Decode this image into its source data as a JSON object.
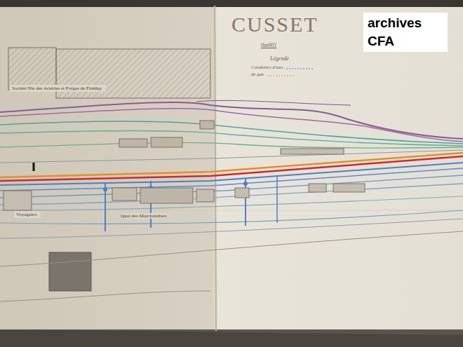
{
  "diagram": {
    "title": "CUSSET",
    "nodes": [
      {
        "text": [
          "Société Nle des Aciéries et Forges de Firminy"
        ]
      },
      {
        "text": [
          "Voyageurs"
        ]
      }
    ],
    "labels": [
      "0m001",
      "Légende",
      "archives CFA",
      "Quai des Marchandises"
    ],
    "legend": [
      {
        "text": "Conduites d'eau"
      },
      {
        "text": "de gaz"
      }
    ]
  }
}
